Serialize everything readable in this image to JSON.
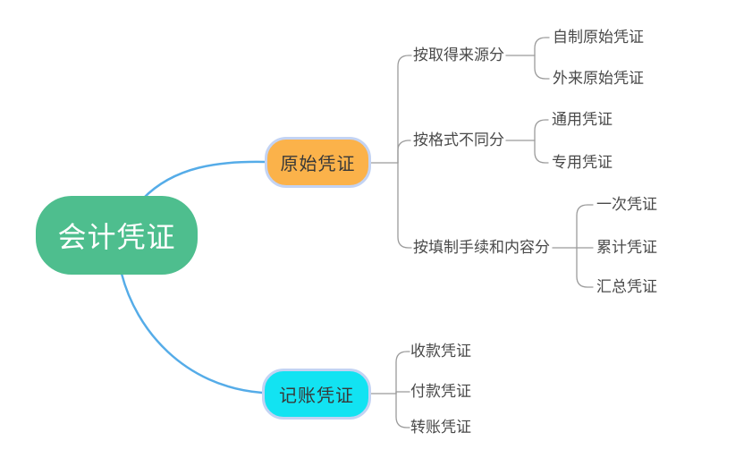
{
  "colors": {
    "root_fill": "#4EBE8E",
    "root_text": "#FFFFFF",
    "original_fill": "#FBB24A",
    "bookkeeping_fill": "#12E3F2",
    "node_border": "#C3D3F3",
    "branch_line": "#55ACE8",
    "tree_line": "#9B9B9B",
    "label_text": "#4A4A4A",
    "node_text": "#383838"
  },
  "mindmap": {
    "root": {
      "label": "会计凭证"
    },
    "branches": [
      {
        "label": "原始凭证",
        "children": [
          {
            "label": "按取得来源分",
            "children": [
              {
                "label": "自制原始凭证"
              },
              {
                "label": "外来原始凭证"
              }
            ]
          },
          {
            "label": "按格式不同分",
            "children": [
              {
                "label": "通用凭证"
              },
              {
                "label": "专用凭证"
              }
            ]
          },
          {
            "label": "按填制手续和内容分",
            "children": [
              {
                "label": "一次凭证"
              },
              {
                "label": "累计凭证"
              },
              {
                "label": "汇总凭证"
              }
            ]
          }
        ]
      },
      {
        "label": "记账凭证",
        "children": [
          {
            "label": "收款凭证"
          },
          {
            "label": "付款凭证"
          },
          {
            "label": "转账凭证"
          }
        ]
      }
    ]
  }
}
